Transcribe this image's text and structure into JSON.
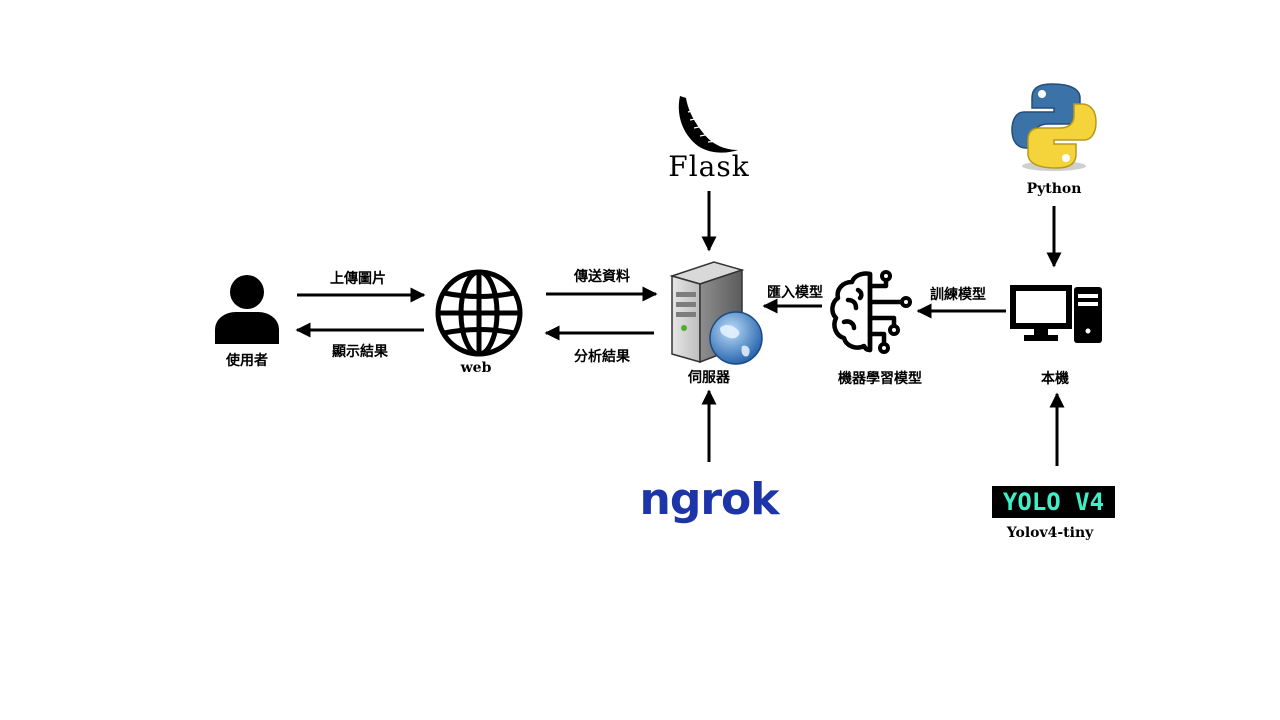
{
  "nodes": {
    "user": "使用者",
    "web": "web",
    "server": "伺服器",
    "ml_model": "機器學習模型",
    "local_machine": "本機",
    "python": "Python",
    "yolo_caption": "Yolov4-tiny"
  },
  "logos": {
    "flask": "Flask",
    "ngrok": "ngrok",
    "yolo": "YOLO V4"
  },
  "edges": {
    "upload_image": "上傳圖片",
    "show_result": "顯示結果",
    "send_data": "傳送資料",
    "analysis_result": "分析結果",
    "import_model": "匯入模型",
    "train_model": "訓練模型"
  },
  "colors": {
    "ngrok": "#1d35a8",
    "yolo_text": "#3df0c8",
    "python_blue": "#3b73a8",
    "python_yellow": "#f5d33a"
  }
}
